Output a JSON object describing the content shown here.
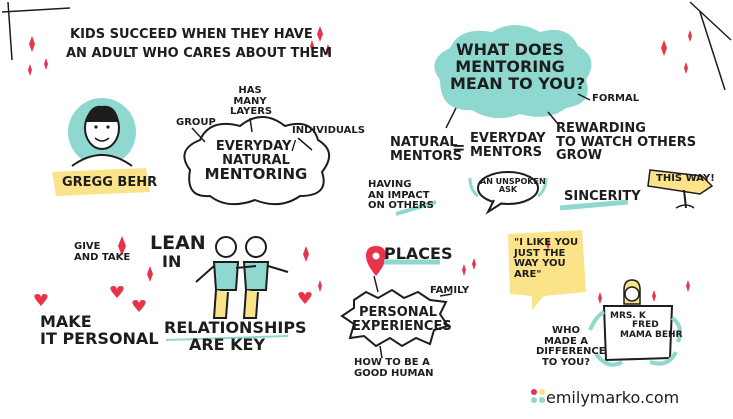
{
  "header": {
    "line1": "Kids succeed when they have",
    "line2": "an adult who cares about them"
  },
  "speaker": {
    "name": "Gregg Behr"
  },
  "cloud_left": {
    "group": "Group",
    "has_many_layers": [
      "Has",
      "many",
      "layers"
    ],
    "individuals": "Individuals",
    "main": [
      "Everyday/",
      "Natural",
      "Mentoring"
    ]
  },
  "cloud_right": {
    "question": [
      "What does",
      "mentoring",
      "mean to you?"
    ],
    "formal": "Formal",
    "natural_mentors": [
      "Natural",
      "mentors"
    ],
    "equals": "=",
    "everyday_mentors": [
      "Everyday",
      "mentors"
    ],
    "rewarding": [
      "Rewarding",
      "to watch others",
      "grow"
    ],
    "having_impact": [
      "Having",
      "an impact",
      "on others"
    ],
    "unspoken_ask": [
      "An unspoken",
      "ask"
    ],
    "sincerity": "Sincerity",
    "this_way": "This way!"
  },
  "left_bottom": {
    "give_take": [
      "Give",
      "and take"
    ],
    "lean_in": [
      "Lean",
      "in"
    ],
    "make_personal": [
      "Make",
      "it personal"
    ],
    "relationships": [
      "Relationships",
      "are key"
    ]
  },
  "middle_bottom": {
    "places": "Places",
    "family": "Family",
    "personal_exp": [
      "Personal",
      "experiences"
    ],
    "good_human": [
      "How to be a",
      "good human"
    ]
  },
  "right_bottom": {
    "quote": [
      "\"I like you",
      "just the",
      "way you",
      "are\""
    ],
    "who_made": [
      "Who",
      "made a",
      "difference",
      "to you?"
    ],
    "sign": [
      "Mrs. K",
      "Fred",
      "Mama Behr"
    ]
  },
  "brand": {
    "logo": "emilymarko.com"
  },
  "colors": {
    "teal": "#8fd8d0",
    "yellow": "#fbe38a",
    "red": "#e8334a",
    "ink": "#1d1d1d"
  }
}
